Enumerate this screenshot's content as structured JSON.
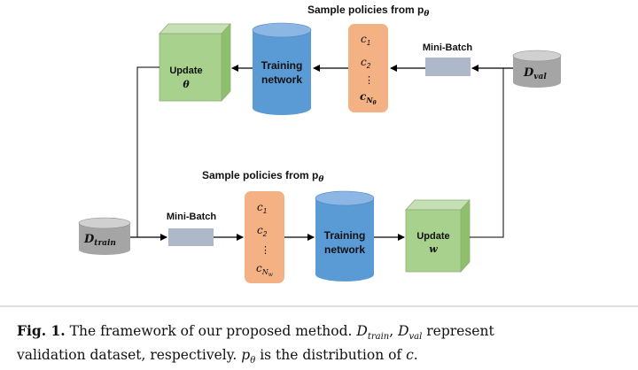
{
  "top": {
    "heading": "Sample policies from p",
    "heading_sub": "θ",
    "update_label": "Update",
    "update_param": "θ",
    "training_network": [
      "Training",
      "network"
    ],
    "policies": [
      {
        "base": "c",
        "sub": "1"
      },
      {
        "base": "c",
        "sub": "2"
      },
      {
        "base": "⋮",
        "sub": ""
      },
      {
        "base": "c",
        "sub": "N",
        "subsub": "θ"
      }
    ],
    "minibatch": "Mini-Batch",
    "dataset": {
      "base": "D",
      "sub": "val"
    }
  },
  "bottom": {
    "heading": "Sample policies from p",
    "heading_sub": "θ",
    "update_label": "Update",
    "update_param": "w",
    "training_network": [
      "Training",
      "network"
    ],
    "policies": [
      {
        "base": "c",
        "sub": "1"
      },
      {
        "base": "c",
        "sub": "2"
      },
      {
        "base": "⋮",
        "sub": ""
      },
      {
        "base": "c",
        "sub": "N",
        "subsub": "w"
      }
    ],
    "minibatch": "Mini-Batch",
    "dataset": {
      "base": "D",
      "sub": "train"
    }
  },
  "caption": {
    "fig_label": "Fig. 1.",
    "text_1": " The framework of our proposed method. ",
    "d_train": "D",
    "d_train_sub": "train",
    "comma": ", ",
    "d_val": "D",
    "d_val_sub": "val",
    "text_2": " represent",
    "line2_1": "validation dataset, respectively. ",
    "p": "p",
    "p_sub": "θ",
    "line2_2": " is the distribution of ",
    "c": "c",
    "line2_3": "."
  },
  "colors": {
    "cube_green": "#a9d18e",
    "cylinder_blue": "#5b9bd5",
    "policy_orange": "#f4b183",
    "minibatch_blue": "#adb9ca",
    "dataset_grey": "#a5a5a5"
  }
}
